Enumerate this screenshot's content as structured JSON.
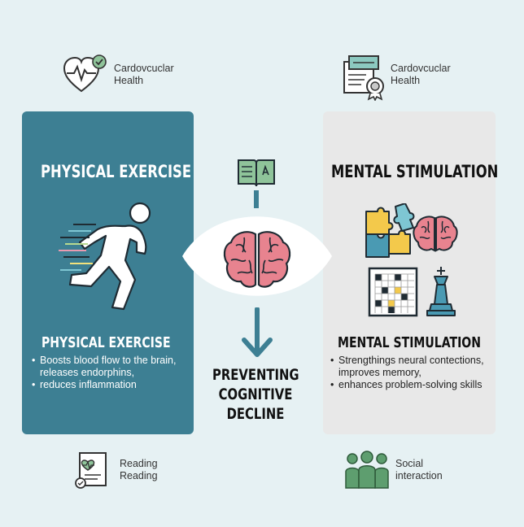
{
  "corner_labels": {
    "top_left": [
      "Cardovcuclar",
      "Health"
    ],
    "top_right": [
      "Cardovcuclar",
      "Health"
    ],
    "bottom_left": [
      "Reading",
      "Reading"
    ],
    "bottom_right": [
      "Social",
      "interaction"
    ]
  },
  "left_panel": {
    "title": "PHYSICAL EXERCISE",
    "subtitle": "PHYSICAL EXERCISE",
    "bullets": [
      "Boosts blood flow to the brain,",
      "releases endorphins,",
      "reduces inflammation"
    ]
  },
  "right_panel": {
    "title": "MENTAL STIMULATION",
    "subtitle": "MENTAL STIMULATION",
    "bullets": [
      "Strengthings neural contections,",
      "improves memory,",
      "enhances problem-solving skills"
    ]
  },
  "center": {
    "title_lines": [
      "PREVENTING",
      "COGNITIVE",
      "DECLINE"
    ]
  },
  "colors": {
    "background": "#e6f1f3",
    "teal_panel": "#3d7f93",
    "grey_panel": "#e8e8e8",
    "arrow": "#3d7f93",
    "brain": "#e8838f"
  }
}
